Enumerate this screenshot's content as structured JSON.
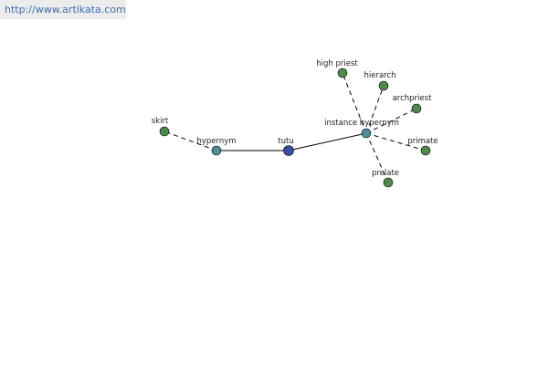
{
  "site_link": "http://www.artikata.com",
  "colors": {
    "center": "#3a4d9a",
    "relation": "#4a8f96",
    "leaf": "#4f8a4a"
  },
  "graph": {
    "nodes": [
      {
        "id": "tutu",
        "label": "tutu",
        "kind": "center"
      },
      {
        "id": "hypernym",
        "label": "hypernym",
        "kind": "relation"
      },
      {
        "id": "instance_hypernym",
        "label": "instance hypernym",
        "kind": "relation"
      },
      {
        "id": "skirt",
        "label": "skirt",
        "kind": "leaf"
      },
      {
        "id": "high_priest",
        "label": "high priest",
        "kind": "leaf"
      },
      {
        "id": "hierarch",
        "label": "hierarch",
        "kind": "leaf"
      },
      {
        "id": "archpriest",
        "label": "archpriest",
        "kind": "leaf"
      },
      {
        "id": "primate",
        "label": "primate",
        "kind": "leaf"
      },
      {
        "id": "prelate",
        "label": "prelate",
        "kind": "leaf"
      }
    ],
    "edges": [
      {
        "from": "tutu",
        "to": "hypernym",
        "style": "solid"
      },
      {
        "from": "tutu",
        "to": "instance_hypernym",
        "style": "solid"
      },
      {
        "from": "hypernym",
        "to": "skirt",
        "style": "dashed"
      },
      {
        "from": "instance_hypernym",
        "to": "high_priest",
        "style": "dashed"
      },
      {
        "from": "instance_hypernym",
        "to": "hierarch",
        "style": "dashed"
      },
      {
        "from": "instance_hypernym",
        "to": "archpriest",
        "style": "dashed"
      },
      {
        "from": "instance_hypernym",
        "to": "primate",
        "style": "dashed"
      },
      {
        "from": "instance_hypernym",
        "to": "prelate",
        "style": "dashed"
      }
    ]
  }
}
